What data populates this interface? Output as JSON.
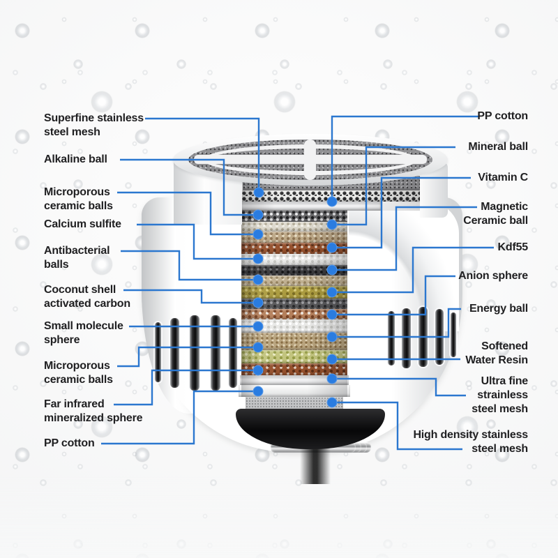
{
  "diagram": {
    "description_labels": {
      "left": [
        {
          "text": "Superfine stainless\nsteel mesh"
        },
        {
          "text": "Alkaline ball"
        },
        {
          "text": "Microporous\nceramic balls"
        },
        {
          "text": "Calcium sulfite"
        },
        {
          "text": "Antibacterial\nballs"
        },
        {
          "text": "Coconut shell\nactivated carbon"
        },
        {
          "text": "Small molecule\nsphere"
        },
        {
          "text": "Microporous\nceramic balls"
        },
        {
          "text": "Far infrared\nmineralized sphere"
        },
        {
          "text": "PP cotton"
        }
      ],
      "right": [
        {
          "text": "PP cotton"
        },
        {
          "text": "Mineral ball"
        },
        {
          "text": "Vitamin C"
        },
        {
          "text": "Magnetic\nCeramic ball"
        },
        {
          "text": "Kdf55"
        },
        {
          "text": "Anion sphere"
        },
        {
          "text": "Energy ball"
        },
        {
          "text": "Softened\nWater Resin"
        },
        {
          "text": "Ultra fine\nstrainless\nsteel mesh"
        },
        {
          "text": "High density stainless\nsteel mesh"
        }
      ]
    },
    "style": {
      "leader_line_color": "#2b77cf",
      "layer_dot_color": "#2a7ce0",
      "label_text_color": "#202022"
    }
  }
}
